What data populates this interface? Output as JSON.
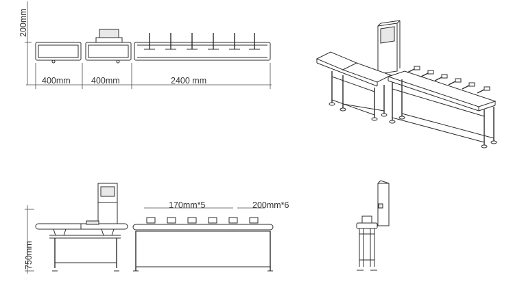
{
  "dimensions": {
    "top_height": "200mm",
    "section_1_width": "400mm",
    "section_2_width": "400mm",
    "section_3_width": "2400 mm",
    "side_height": "750mm",
    "reject_spacing": "170mm*5",
    "end_spacing": "200mm*6"
  },
  "colors": {
    "line": "#2b2b2b",
    "background": "#ffffff"
  }
}
